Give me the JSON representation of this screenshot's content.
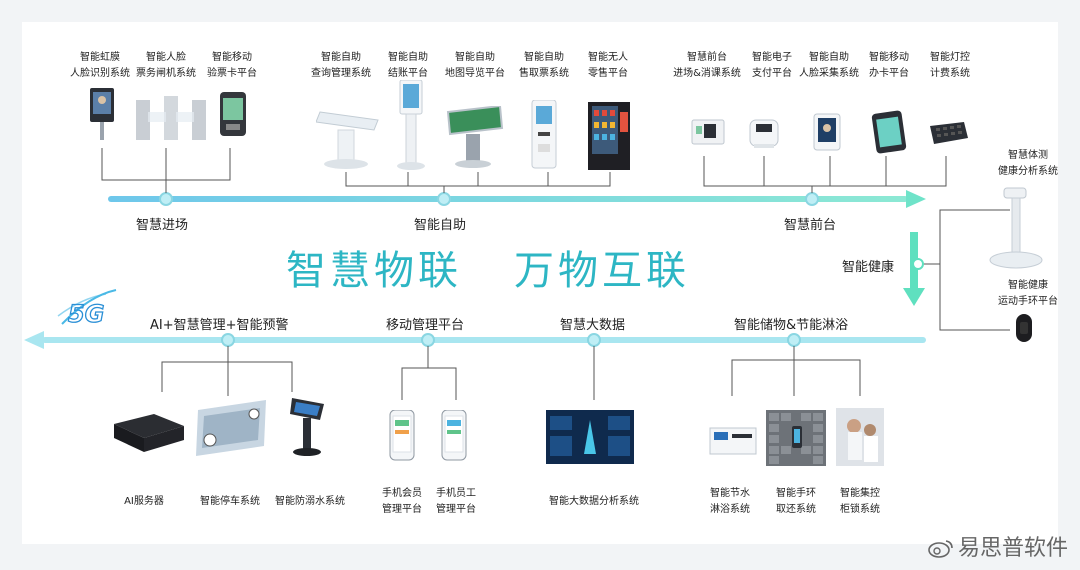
{
  "top": {
    "entry": {
      "label": "智慧进场",
      "items": [
        {
          "line1": "智能虹膜",
          "line2": "人脸识别系统"
        },
        {
          "line1": "智能人脸",
          "line2": "票务闸机系统"
        },
        {
          "line1": "智能移动",
          "line2": "验票卡平台"
        }
      ]
    },
    "selfservice": {
      "label": "智能自助",
      "items": [
        {
          "line1": "智能自助",
          "line2": "查询管理系统"
        },
        {
          "line1": "智能自助",
          "line2": "结账平台"
        },
        {
          "line1": "智能自助",
          "line2": "地图导览平台"
        },
        {
          "line1": "智能自助",
          "line2": "售取票系统"
        },
        {
          "line1": "智能无人",
          "line2": "零售平台"
        }
      ]
    },
    "frontdesk": {
      "label": "智慧前台",
      "items": [
        {
          "line1": "智慧前台",
          "line2": "进场&消课系统"
        },
        {
          "line1": "智能电子",
          "line2": "支付平台"
        },
        {
          "line1": "智能自助",
          "line2": "人脸采集系统"
        },
        {
          "line1": "智能移动",
          "line2": "办卡平台"
        },
        {
          "line1": "智能灯控",
          "line2": "计费系统"
        }
      ]
    }
  },
  "right": {
    "label": "智能健康",
    "items": [
      {
        "line1": "智慧体测",
        "line2": "健康分析系统"
      },
      {
        "line1": "智能健康",
        "line2": "运动手环平台"
      }
    ]
  },
  "center": {
    "slogan1": "智慧物联",
    "slogan2": "万物互联",
    "badge": "5G"
  },
  "bottom": {
    "ai": {
      "label": "AI+智慧管理+智能预警",
      "items": [
        {
          "line1": "AI服务器"
        },
        {
          "line1": "智能停车系统"
        },
        {
          "line1": "智能防溺水系统"
        }
      ]
    },
    "mobile": {
      "label": "移动管理平台",
      "items": [
        {
          "line1": "手机会员",
          "line2": "管理平台"
        },
        {
          "line1": "手机员工",
          "line2": "管理平台"
        }
      ]
    },
    "bigdata": {
      "label": "智慧大数据",
      "items": [
        {
          "line1": "智能大数据分析系统"
        }
      ]
    },
    "storage": {
      "label": "智能储物&节能淋浴",
      "items": [
        {
          "line1": "智能节水",
          "line2": "淋浴系统"
        },
        {
          "line1": "智能手环",
          "line2": "取还系统"
        },
        {
          "line1": "智能集控",
          "line2": "柜锁系统"
        }
      ]
    }
  },
  "watermark": "易思普软件",
  "colors": {
    "accent": "#2db6c4",
    "line": "#9fe0e8",
    "connector": "#7fd3dc"
  }
}
